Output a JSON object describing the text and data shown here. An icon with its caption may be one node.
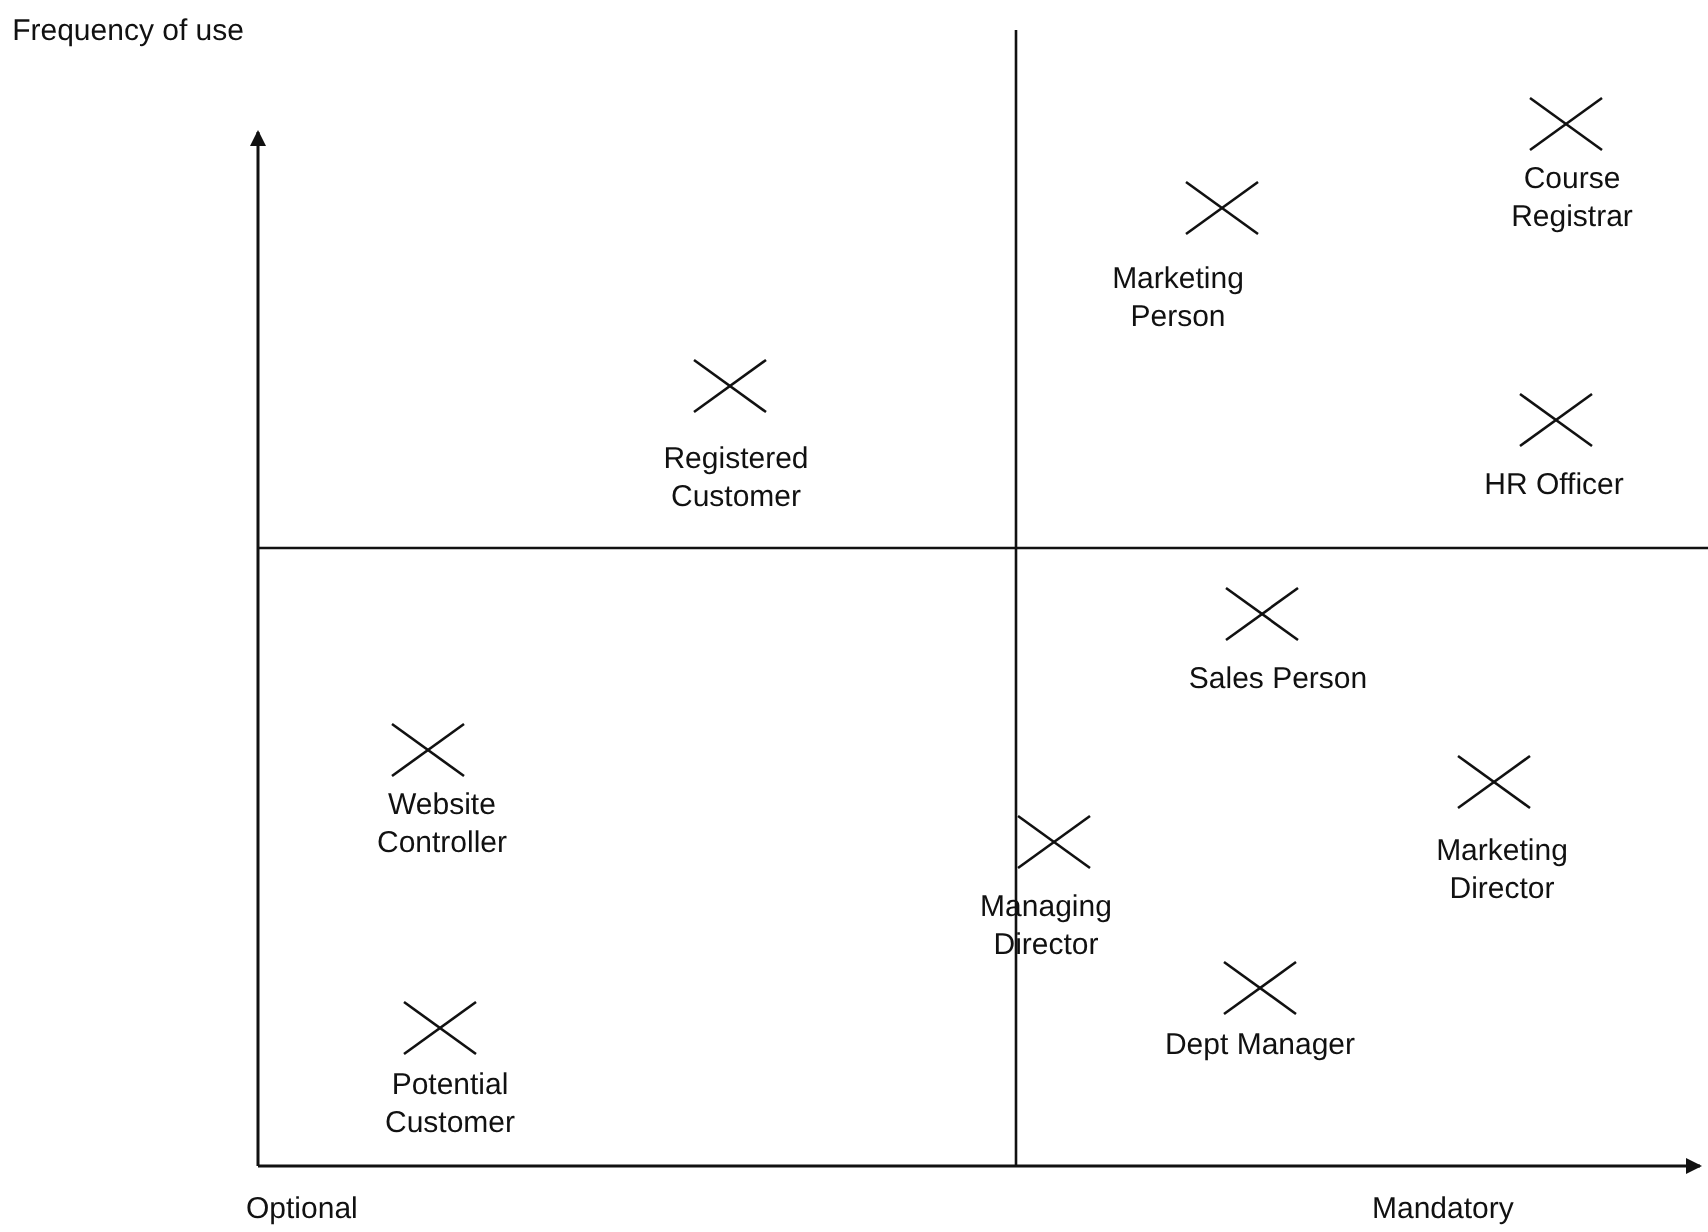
{
  "diagram": {
    "labels": [
      "Frequency of use",
      "Course Registrar",
      "Marketing Person",
      "Registered Customer",
      "HR Officer",
      "Sales Person",
      "Website Controller",
      "Marketing Director",
      "Managing Director",
      "Dept Manager",
      "Potential Customer",
      "Optional",
      "Mandatory"
    ]
  }
}
